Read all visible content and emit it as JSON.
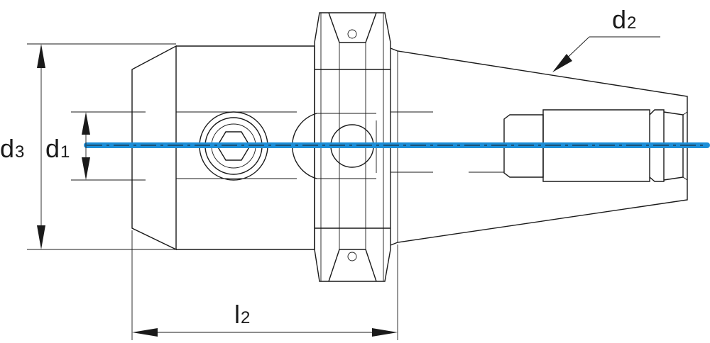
{
  "labels": {
    "d1": {
      "main": "d",
      "sub": "1"
    },
    "d2": {
      "main": "d",
      "sub": "2"
    },
    "d3": {
      "main": "d",
      "sub": "3"
    },
    "l2": {
      "main": "l",
      "sub": "2"
    }
  },
  "colors": {
    "line": "#1a1a1a",
    "axis_highlight": "#1e8fd8",
    "background": "#ffffff"
  }
}
